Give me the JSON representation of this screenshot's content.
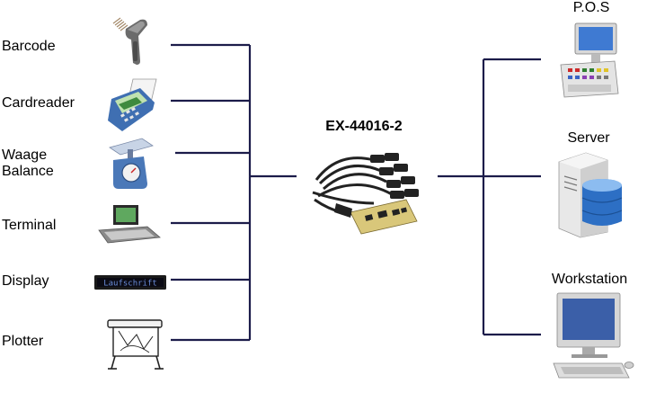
{
  "devices_left": [
    {
      "label": "Barcode",
      "icon": "barcode-scanner-icon"
    },
    {
      "label": "Cardreader",
      "icon": "card-reader-icon"
    },
    {
      "label": "Waage\nBalance",
      "icon": "scale-icon"
    },
    {
      "label": "Terminal",
      "icon": "terminal-icon"
    },
    {
      "label": "Display",
      "icon": "led-display-icon"
    },
    {
      "label": "Plotter",
      "icon": "plotter-icon"
    }
  ],
  "led_display_text": "Laufschrift",
  "center": {
    "label": "EX-44016-2",
    "icon": "serial-card-icon"
  },
  "devices_right": [
    {
      "label": "P.O.S",
      "icon": "pos-terminal-icon"
    },
    {
      "label": "Server",
      "icon": "server-icon"
    },
    {
      "label": "Workstation",
      "icon": "workstation-icon"
    }
  ],
  "colors": {
    "wire": "#1c1c4a",
    "card_pcb": "#d9c77a",
    "connector": "#222222"
  }
}
